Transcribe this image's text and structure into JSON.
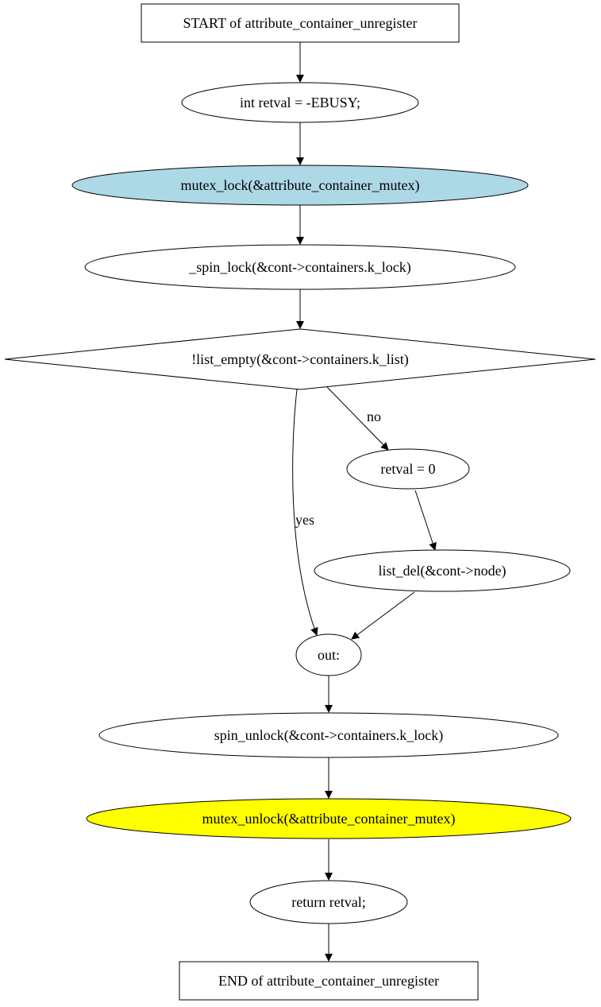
{
  "diagram": {
    "nodes": [
      {
        "id": "start",
        "shape": "box",
        "label": "START of attribute_container_unregister",
        "fill": "#ffffff"
      },
      {
        "id": "n_retval_init",
        "shape": "ellipse",
        "label": "int retval = -EBUSY;",
        "fill": "#ffffff"
      },
      {
        "id": "n_mutex_lock",
        "shape": "ellipse",
        "label": "mutex_lock(&attribute_container_mutex)",
        "fill": "#add8e6"
      },
      {
        "id": "n_spin_lock",
        "shape": "ellipse",
        "label": "_spin_lock(&cont->containers.k_lock)",
        "fill": "#ffffff"
      },
      {
        "id": "n_list_empty",
        "shape": "diamond",
        "label": "!list_empty(&cont->containers.k_list)",
        "fill": "#ffffff"
      },
      {
        "id": "n_retval_zero",
        "shape": "ellipse",
        "label": "retval = 0",
        "fill": "#ffffff"
      },
      {
        "id": "n_list_del",
        "shape": "ellipse",
        "label": "list_del(&cont->node)",
        "fill": "#ffffff"
      },
      {
        "id": "n_out",
        "shape": "ellipse",
        "label": "out:",
        "fill": "#ffffff"
      },
      {
        "id": "n_spin_unlock",
        "shape": "ellipse",
        "label": "spin_unlock(&cont->containers.k_lock)",
        "fill": "#ffffff"
      },
      {
        "id": "n_mutex_unlock",
        "shape": "ellipse",
        "label": "mutex_unlock(&attribute_container_mutex)",
        "fill": "#ffff00"
      },
      {
        "id": "n_return",
        "shape": "ellipse",
        "label": "return retval;",
        "fill": "#ffffff"
      },
      {
        "id": "end",
        "shape": "box",
        "label": "END of attribute_container_unregister",
        "fill": "#ffffff"
      }
    ],
    "edges": [
      {
        "from": "start",
        "to": "n_retval_init",
        "label": ""
      },
      {
        "from": "n_retval_init",
        "to": "n_mutex_lock",
        "label": ""
      },
      {
        "from": "n_mutex_lock",
        "to": "n_spin_lock",
        "label": ""
      },
      {
        "from": "n_spin_lock",
        "to": "n_list_empty",
        "label": ""
      },
      {
        "from": "n_list_empty",
        "to": "n_retval_zero",
        "label": "no"
      },
      {
        "from": "n_list_empty",
        "to": "n_out",
        "label": "yes"
      },
      {
        "from": "n_retval_zero",
        "to": "n_list_del",
        "label": ""
      },
      {
        "from": "n_list_del",
        "to": "n_out",
        "label": ""
      },
      {
        "from": "n_out",
        "to": "n_spin_unlock",
        "label": ""
      },
      {
        "from": "n_spin_unlock",
        "to": "n_mutex_unlock",
        "label": ""
      },
      {
        "from": "n_mutex_unlock",
        "to": "n_return",
        "label": ""
      },
      {
        "from": "n_return",
        "to": "end",
        "label": ""
      }
    ]
  }
}
